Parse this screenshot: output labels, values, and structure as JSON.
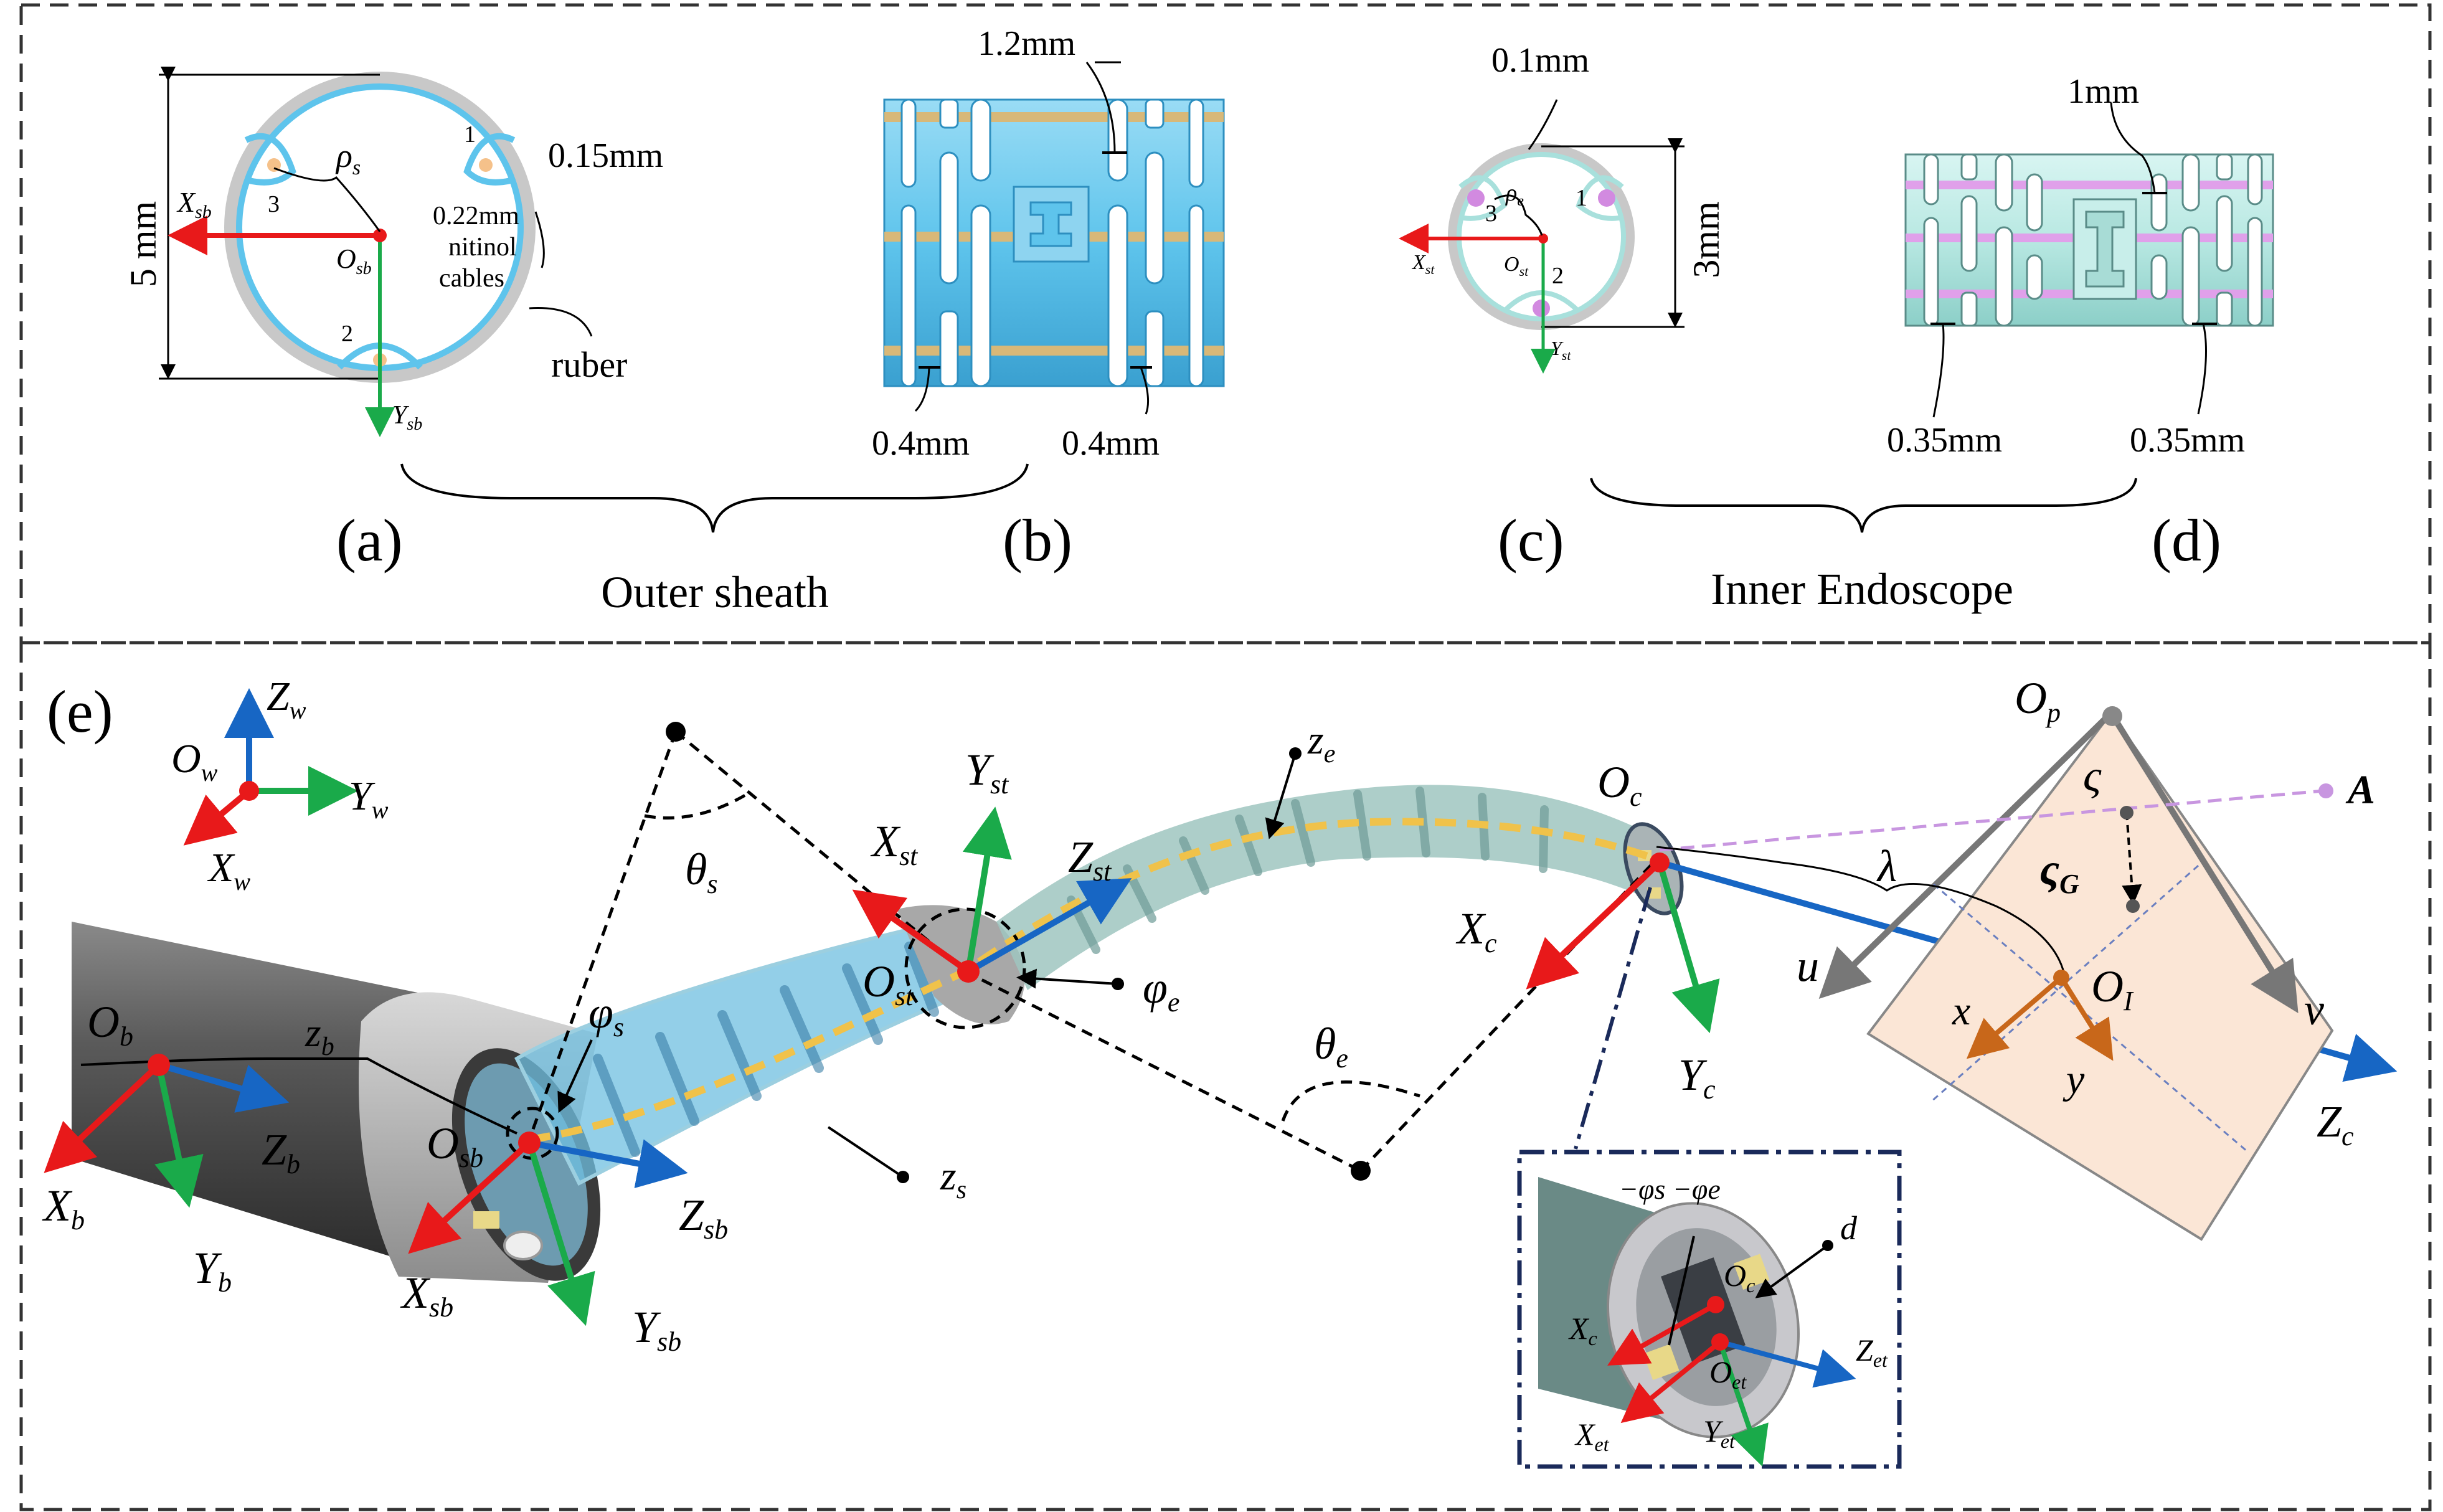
{
  "panel_labels": {
    "a": "(a)",
    "b": "(b)",
    "c": "(c)",
    "d": "(d)",
    "e": "(e)"
  },
  "group_labels": {
    "outer": "Outer sheath",
    "inner": "Inner Endoscope"
  },
  "panel_a": {
    "diameter": "5 mm",
    "thickness": "0.15mm",
    "cable_size": "0.22mm",
    "cable_word1": "nitinol",
    "cable_word2": "cables",
    "material": "ruber",
    "rho": "ρ",
    "rho_sub": "s",
    "hole1": "1",
    "hole2": "2",
    "hole3": "3",
    "x_axis": "X",
    "x_sub": "sb",
    "y_axis": "Y",
    "y_sub": "sb",
    "origin": "O",
    "origin_sub": "sb"
  },
  "panel_b": {
    "top_dim": "1.2mm",
    "left_dim": "0.4mm",
    "right_dim": "0.4mm"
  },
  "panel_c": {
    "thickness": "0.1mm",
    "diameter": "3mm",
    "rho": "ρ",
    "rho_sub": "e",
    "hole1": "1",
    "hole2": "2",
    "hole3": "3",
    "x_axis": "X",
    "x_sub": "st",
    "y_axis": "Y",
    "y_sub": "st",
    "origin": "O",
    "origin_sub": "st"
  },
  "panel_d": {
    "top_dim": "1mm",
    "left_dim": "0.35mm",
    "right_dim": "0.35mm"
  },
  "panel_e": {
    "world": {
      "o": "O",
      "o_sub": "w",
      "x": "X",
      "x_sub": "w",
      "y": "Y",
      "y_sub": "w",
      "z": "Z",
      "z_sub": "w"
    },
    "base": {
      "o": "O",
      "o_sub": "b",
      "x": "X",
      "x_sub": "b",
      "y": "Y",
      "y_sub": "b",
      "z": "Z",
      "z_sub": "b",
      "zlen": "z",
      "zlen_sub": "b"
    },
    "sheath_base": {
      "o": "O",
      "o_sub": "sb",
      "x": "X",
      "x_sub": "sb",
      "y": "Y",
      "y_sub": "sb",
      "z": "Z",
      "z_sub": "sb"
    },
    "sheath_tip": {
      "o": "O",
      "o_sub": "st",
      "x": "X",
      "x_sub": "st",
      "y": "Y",
      "y_sub": "st",
      "z": "Z",
      "z_sub": "st"
    },
    "camera": {
      "o": "O",
      "o_sub": "c",
      "x": "X",
      "x_sub": "c",
      "y": "Y",
      "y_sub": "c",
      "z": "Z",
      "z_sub": "c"
    },
    "theta_s": "θ",
    "theta_s_sub": "s",
    "theta_e": "θ",
    "theta_e_sub": "e",
    "phi_s": "φ",
    "phi_s_sub": "s",
    "phi_e": "φ",
    "phi_e_sub": "e",
    "zs": "z",
    "zs_sub": "s",
    "ze": "z",
    "ze_sub": "e",
    "image_plane": {
      "op": "O",
      "op_sub": "p",
      "oi": "O",
      "oi_sub": "I",
      "u": "u",
      "v": "v",
      "x": "x",
      "y": "y",
      "varsigma": "ς",
      "varsigma_g": "ς",
      "varsigma_g_sub": "G",
      "lambda": "λ",
      "point": "A"
    },
    "inset": {
      "angle_label": "−φs −φe",
      "d": "d",
      "oc": "O",
      "oc_sub": "c",
      "xc": "X",
      "xc_sub": "c",
      "oet": "O",
      "oet_sub": "et",
      "xet": "X",
      "xet_sub": "et",
      "yet": "Y",
      "yet_sub": "et",
      "zet": "Z",
      "zet_sub": "et"
    }
  },
  "colors": {
    "red": "#e8191a",
    "green": "#1aaa4a",
    "blue": "#1766c4",
    "cyan": "#5ec4ec",
    "gold": "#f0c24a",
    "purple": "#c86ad8",
    "plane": "#fbe6d6",
    "orange": "#c8671a"
  }
}
